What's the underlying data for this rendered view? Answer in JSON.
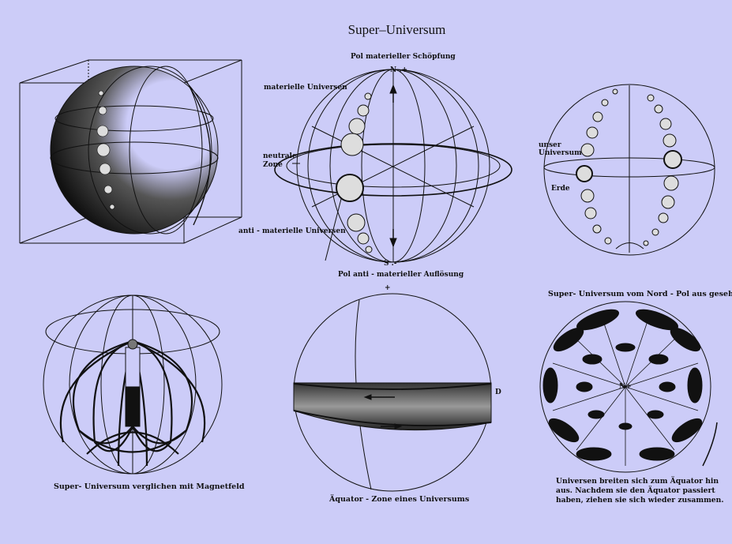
{
  "title": "Super–Universum",
  "labels": {
    "pol_top": "Pol materieller Schöpfung",
    "materielle": "materielle Universen",
    "neutrale": "neutrale",
    "zone": "Zone",
    "anti_materielle": "anti - materielle Universen",
    "pol_bottom": "Pol anti - materieller Auflösung",
    "n_plus": "N .+",
    "s_minus": "S .-",
    "unser": "unser",
    "universum": "Universum",
    "erde": "Erde",
    "plus": "+",
    "d": "D",
    "n_center": "N+"
  },
  "captions": {
    "nordpol": "Super- Universum vom Nord - Pol aus gesehen.",
    "magnetfeld": "Super- Universum verglichen mit Magnetfeld",
    "aequator": "Äquator - Zone eines Universums",
    "breiten": "Universen breiten sich zum Äquator hin aus. Nachdem sie den Äquator passiert haben, ziehen sie sich wieder zusammen."
  },
  "colors": {
    "background": "#ccccf8",
    "ink": "#111111"
  }
}
